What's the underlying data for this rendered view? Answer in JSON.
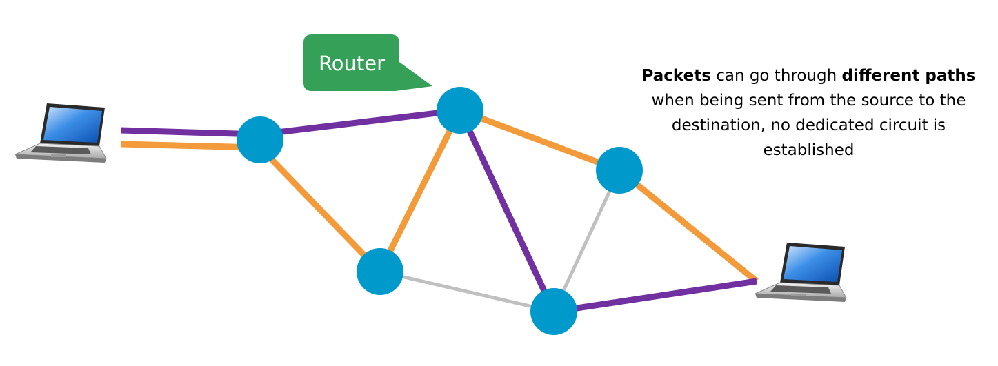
{
  "callout": {
    "label": "Router"
  },
  "caption": {
    "part1": "Packets",
    "part2": " can go through ",
    "part3": "different paths",
    "part4": " when being sent from the source to the destination, no dedicated circuit is established"
  },
  "colors": {
    "router_node": "#0099CC",
    "purple_path": "#7030A0",
    "orange_path": "#F39A3A",
    "idle_link": "#C0C0C0",
    "callout_fill": "#34A058"
  },
  "icons": {
    "source": "laptop-icon",
    "destination": "laptop-icon"
  }
}
